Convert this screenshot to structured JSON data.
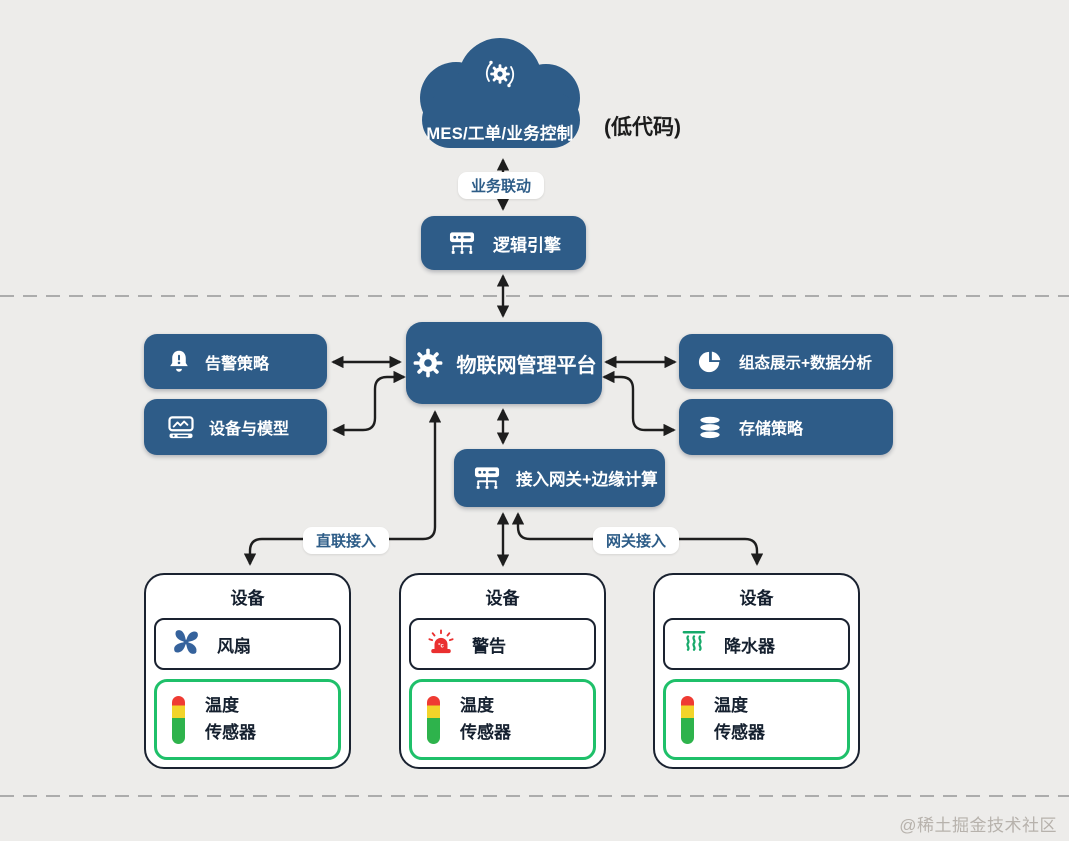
{
  "diagram": {
    "cloud": {
      "label": "MES/工单/业务控制",
      "annotation": "(低代码)"
    },
    "connector_labels": {
      "business_link": "业务联动",
      "direct_access": "直联接入",
      "gateway_access": "网关接入"
    },
    "nodes": {
      "logic_engine": "逻辑引擎",
      "platform": "物联网管理平台",
      "alarm_policy": "告警策略",
      "device_model": "设备与模型",
      "scada_analysis": "组态展示+数据分析",
      "storage_policy": "存储策略",
      "gateway_edge": "接入网关+边缘计算"
    },
    "devices": [
      {
        "title": "设备",
        "component": "风扇",
        "sensor_line1": "温度",
        "sensor_line2": "传感器"
      },
      {
        "title": "设备",
        "component": "警告",
        "icon_text": "°c",
        "sensor_line1": "温度",
        "sensor_line2": "传感器"
      },
      {
        "title": "设备",
        "component": "降水器",
        "sensor_line1": "温度",
        "sensor_line2": "传感器"
      }
    ],
    "watermark": "@稀土掘金技术社区",
    "colors": {
      "node_blue": "#2E5C88",
      "label_blue": "#2D5C87",
      "sensor_green": "#1FC06A",
      "siren_red": "#EA2F2F",
      "fan_blue": "#35629C",
      "steam_green": "#16A96A",
      "background": "#EDECEA"
    }
  }
}
